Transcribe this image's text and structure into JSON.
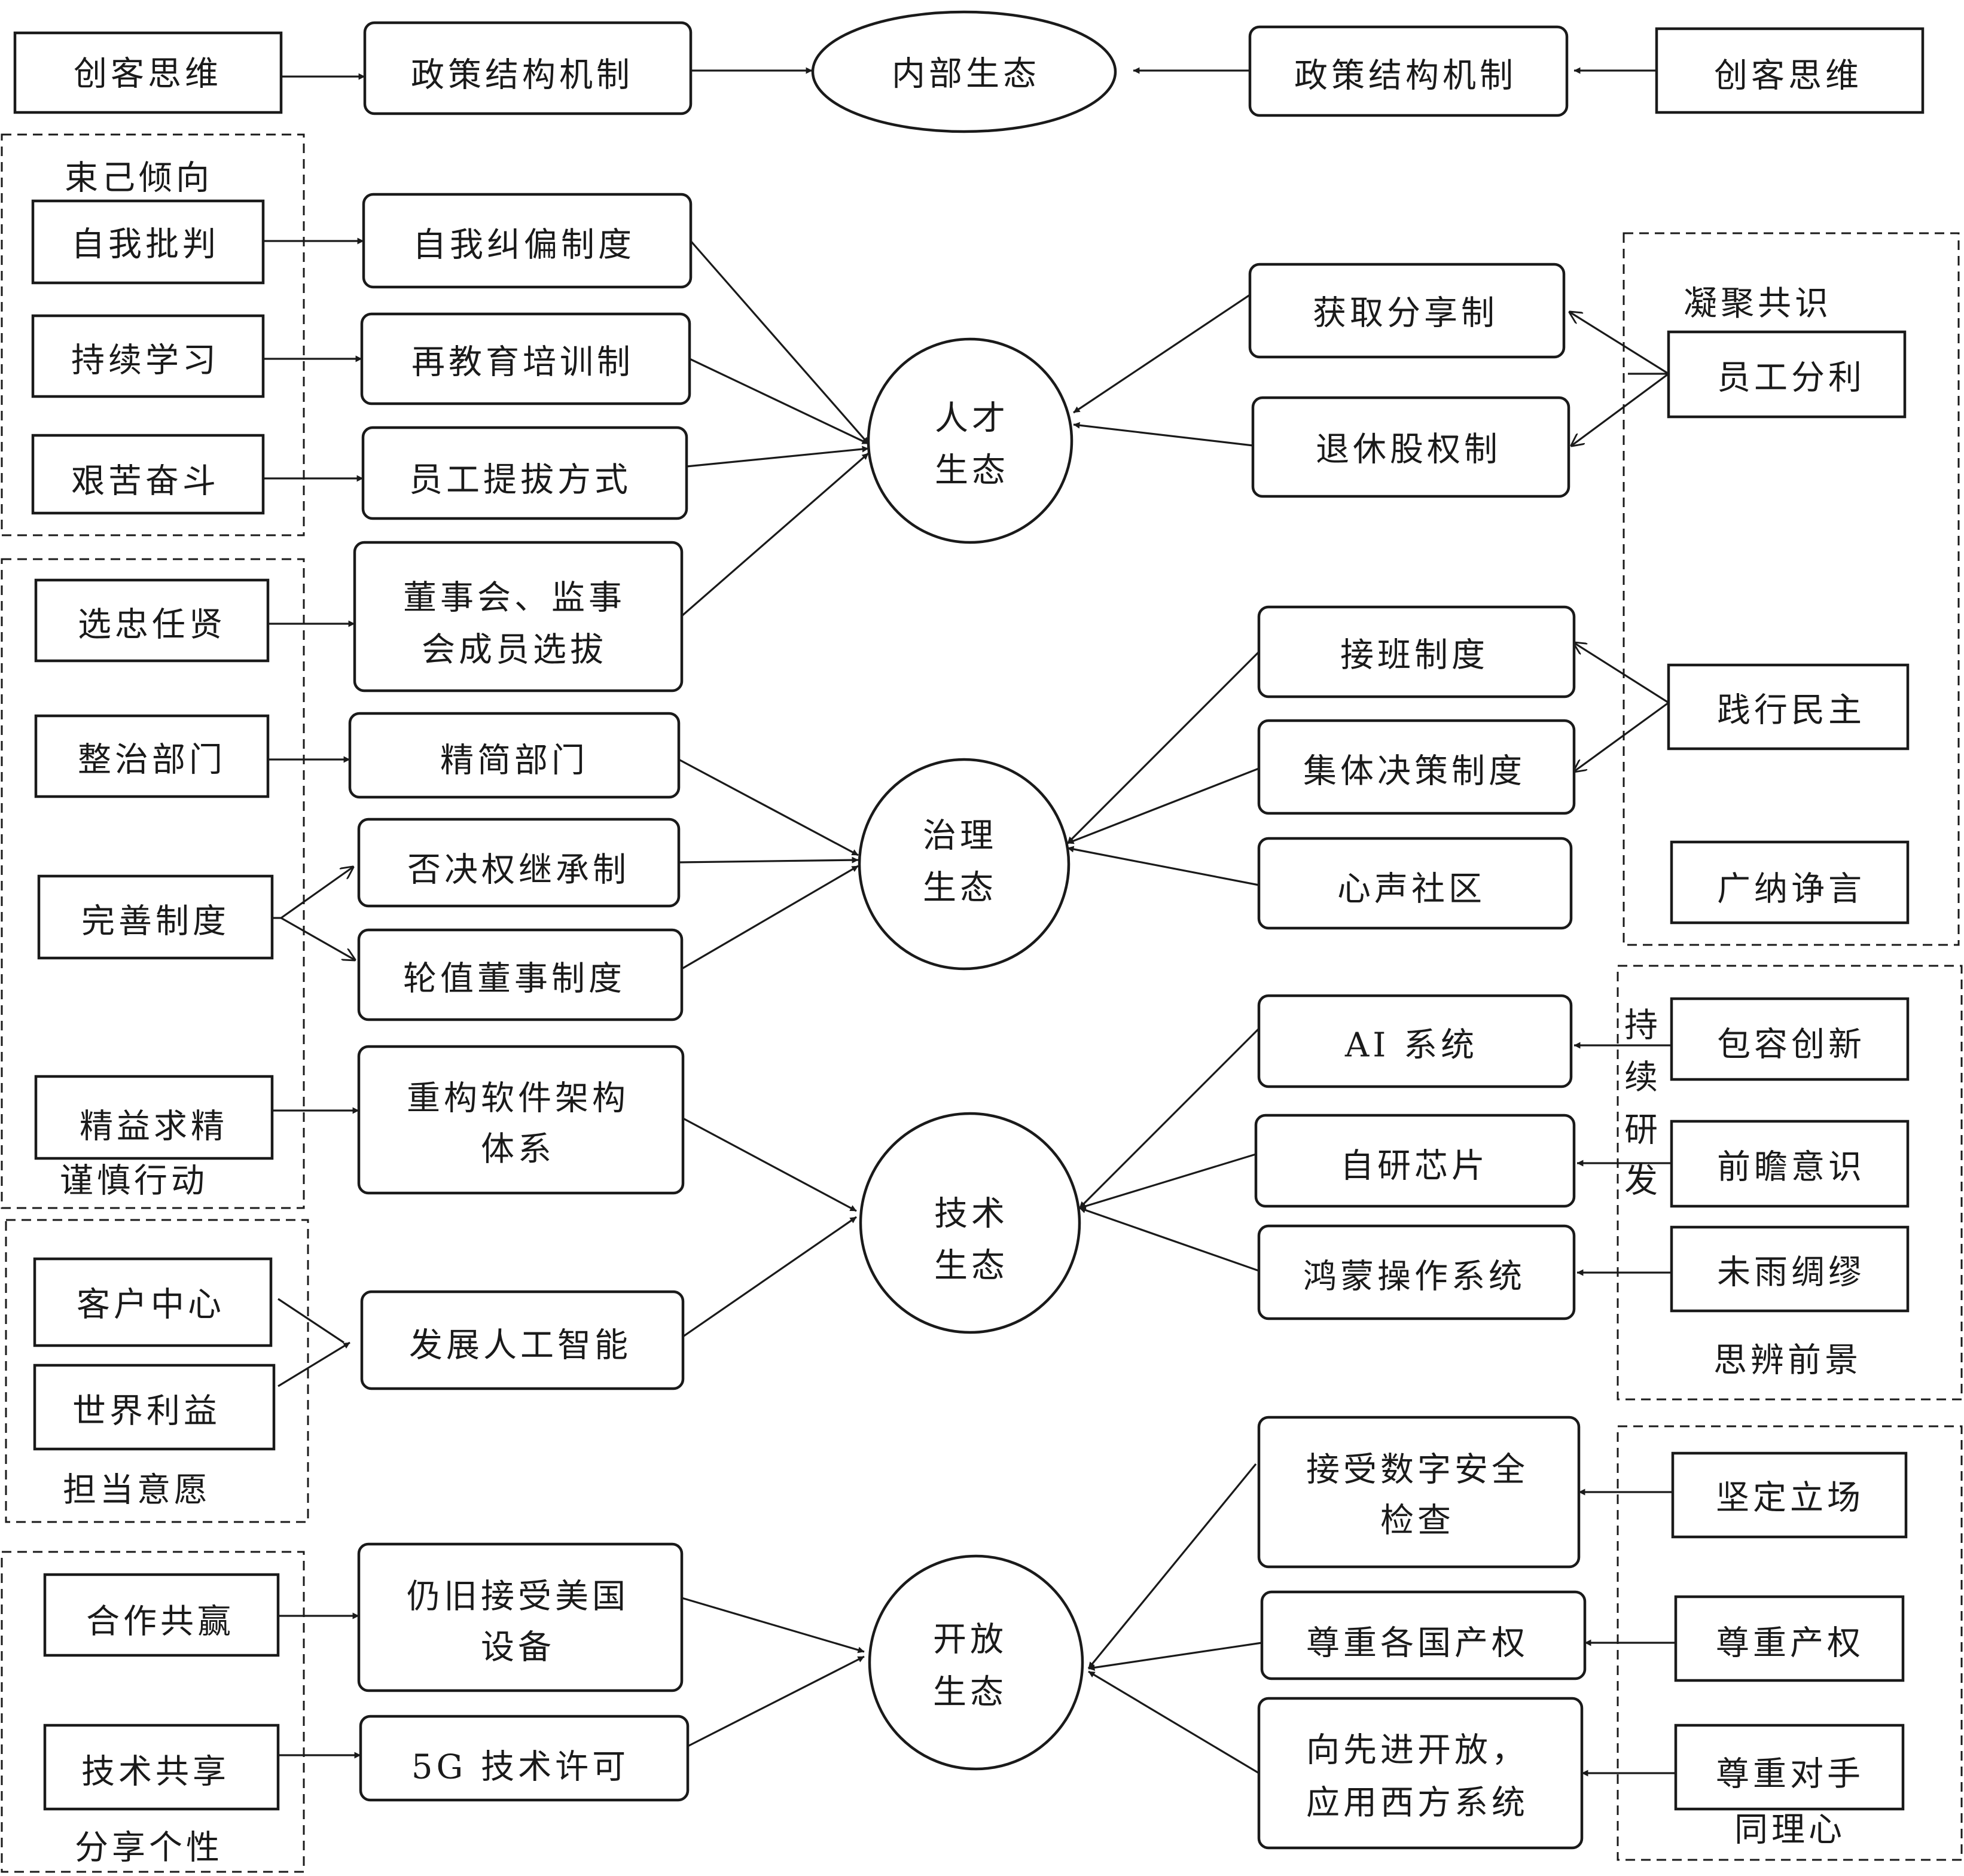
{
  "top": {
    "left_source": "创客思维",
    "left_mech": "政策结构机制",
    "center": "内部生态",
    "right_mech": "政策结构机制",
    "right_source": "创客思维"
  },
  "ecosystems": {
    "talent": [
      "人才",
      "生态"
    ],
    "governance": [
      "治理",
      "生态"
    ],
    "tech": [
      "技术",
      "生态"
    ],
    "open": [
      "开放",
      "生态"
    ]
  },
  "left": {
    "group1": {
      "title": "束己倾向",
      "sources": [
        "自我批判",
        "持续学习",
        "艰苦奋斗"
      ]
    },
    "talent_mechs": [
      "自我纠偏制度",
      "再教育培训制",
      "员工提拔方式"
    ],
    "board": [
      "董事会、监事",
      "会成员选拔"
    ],
    "group2": {
      "sources": [
        "选忠任贤",
        "整治部门",
        "完善制度",
        "精益求精"
      ],
      "title": "谨慎行动"
    },
    "gov_mechs": [
      "精简部门",
      "否决权继承制",
      "轮值董事制度"
    ],
    "software": [
      "重构软件架构",
      "体系"
    ],
    "group3": {
      "sources": [
        "客户中心",
        "世界利益"
      ],
      "title": "担当意愿"
    },
    "ai_dev": "发展人工智能",
    "group4": {
      "sources": [
        "合作共赢",
        "技术共享"
      ],
      "title": "分享个性"
    },
    "open_mechs": {
      "us": [
        "仍旧接受美国",
        "设备"
      ],
      "g5": "5G 技术许可"
    }
  },
  "right": {
    "talent_mechs": [
      "获取分享制",
      "退休股权制"
    ],
    "gov_mechs": [
      "接班制度",
      "集体决策制度",
      "心声社区"
    ],
    "group1": {
      "title": "凝聚共识",
      "sources": [
        "员工分利",
        "践行民主",
        "广纳诤言"
      ]
    },
    "tech_mechs": [
      "AI 系统",
      "自研芯片",
      "鸿蒙操作系统"
    ],
    "group2": {
      "vertical": [
        "持",
        "续",
        "研",
        "发"
      ],
      "sources": [
        "包容创新",
        "前瞻意识",
        "未雨绸缪"
      ],
      "title": "思辨前景"
    },
    "open_mechs": {
      "security": [
        "接受数字安全",
        "检查"
      ],
      "ip": "尊重各国产权",
      "west": [
        "向先进开放，",
        "应用西方系统"
      ]
    },
    "group3": {
      "sources": [
        "坚定立场",
        "尊重产权",
        "尊重对手"
      ],
      "title": "同理心"
    }
  }
}
